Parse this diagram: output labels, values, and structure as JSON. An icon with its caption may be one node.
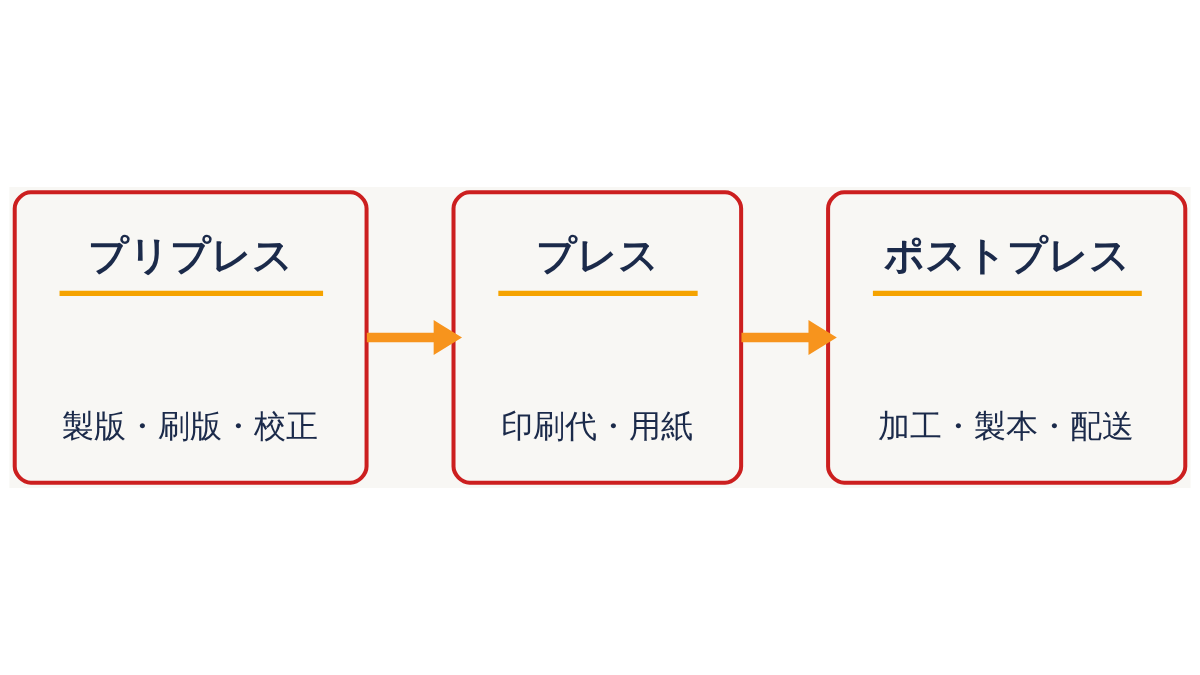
{
  "diagram": {
    "nodes": [
      {
        "text": [
          "プリプレス",
          "製版・刷版・校正"
        ]
      },
      {
        "text": [
          "プレス",
          "印刷代・用紙"
        ]
      },
      {
        "text": [
          "ポストプレス",
          "加工・製本・配送"
        ]
      }
    ],
    "edges": [
      {
        "from": 0,
        "to": 1,
        "arrow": "to"
      },
      {
        "from": 1,
        "to": 2,
        "arrow": "to"
      }
    ]
  }
}
